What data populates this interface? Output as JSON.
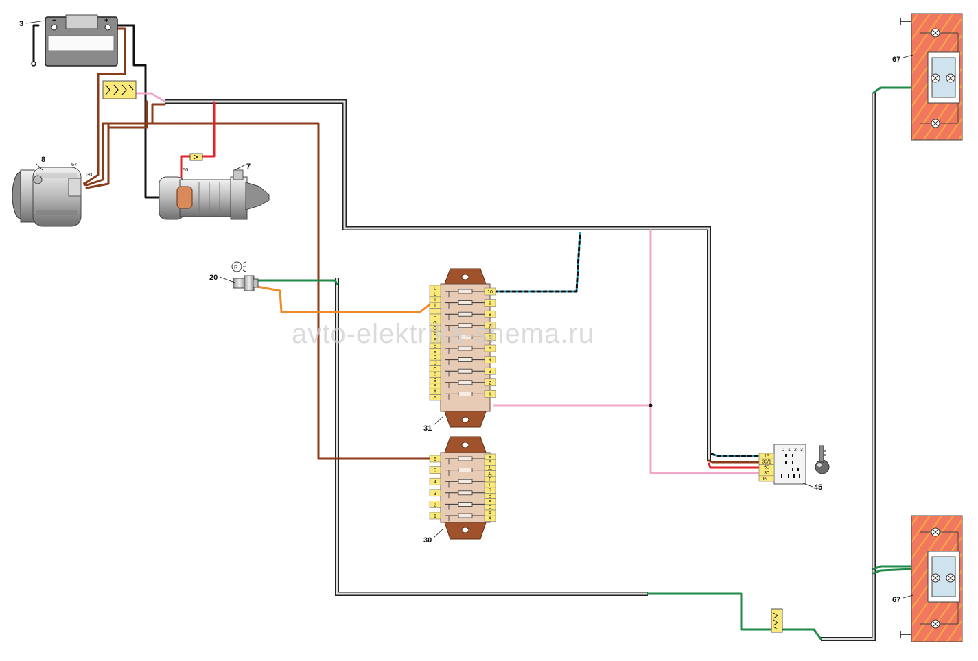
{
  "watermark": "avto-elektrika-shema.ru",
  "callouts": {
    "battery": "3",
    "alternator": "8",
    "starter": "7",
    "oil_sensor": "20",
    "fuse_block_upper": "31",
    "fuse_block_lower": "30",
    "ignition_switch": "45",
    "rear_lamp_top": "67",
    "rear_lamp_bottom": "67"
  },
  "battery": {
    "minus": "−",
    "plus": "+"
  },
  "alternator": {
    "term_67": "67",
    "term_30": "30"
  },
  "starter": {
    "term_50": "50"
  },
  "oil_sensor": {
    "symbol": "R"
  },
  "fuse31": {
    "left_pins": [
      "L",
      "L",
      "I",
      "I",
      "H",
      "H",
      "G",
      "G",
      "F",
      "F",
      "E",
      "E",
      "D",
      "D",
      "C",
      "C",
      "B",
      "B",
      "A",
      "A"
    ],
    "right_pins": [
      "10",
      "9",
      "8",
      "7",
      "6",
      "5",
      "4",
      "3",
      "2",
      "1"
    ]
  },
  "fuse30": {
    "left_pins": [
      "6",
      "5",
      "4",
      "3",
      "2",
      "1"
    ],
    "right_pins": [
      "Е",
      "Е",
      "Д",
      "Д",
      "Г",
      "Г",
      "В",
      "В",
      "Б",
      "Б",
      "А",
      "А"
    ]
  },
  "ignition": {
    "positions": [
      "0",
      "1",
      "2",
      "3"
    ],
    "terminals": [
      "15",
      "30/1",
      "50",
      "30",
      "INT"
    ]
  },
  "colors": {
    "brown": "#8b3a1a",
    "black": "#111111",
    "pink": "#f2a7c8",
    "red": "#e0222a",
    "green": "#1e8a4a",
    "orange": "#f08a24",
    "blue_black": "#1aa0c0",
    "harness_gray": "#d8d8d8",
    "fuse_body": "#e8cbb5",
    "fuse_cap": "#a0522d",
    "pin_label": "#fbe97a",
    "lamp_red": "#e8483c"
  }
}
